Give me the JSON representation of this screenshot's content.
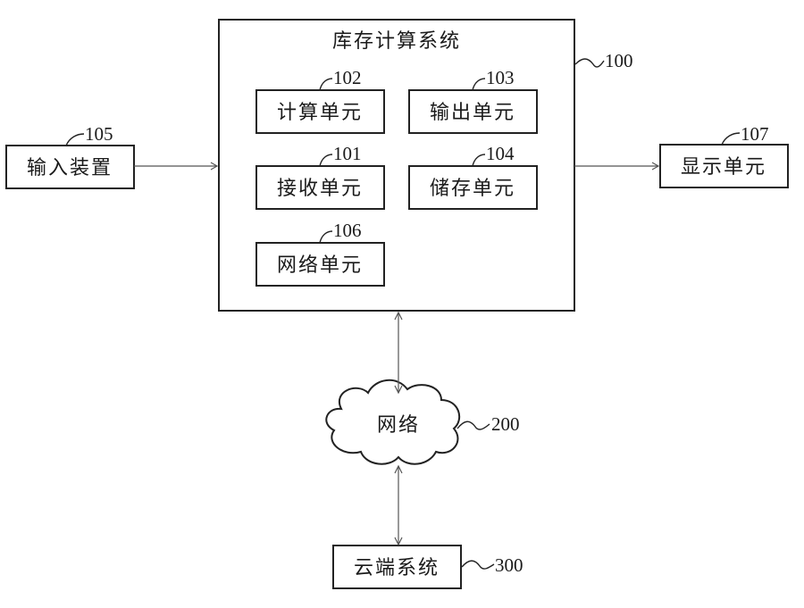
{
  "system": {
    "title": "库存计算系统",
    "ref": "100",
    "units": {
      "compute": {
        "label": "计算单元",
        "ref": "102"
      },
      "output": {
        "label": "输出单元",
        "ref": "103"
      },
      "receive": {
        "label": "接收单元",
        "ref": "101"
      },
      "storage": {
        "label": "储存单元",
        "ref": "104"
      },
      "network": {
        "label": "网络单元",
        "ref": "106"
      }
    }
  },
  "input_device": {
    "label": "输入装置",
    "ref": "105"
  },
  "display_unit": {
    "label": "显示单元",
    "ref": "107"
  },
  "network_cloud": {
    "label": "网络",
    "ref": "200"
  },
  "cloud_system": {
    "label": "云端系统",
    "ref": "300"
  }
}
